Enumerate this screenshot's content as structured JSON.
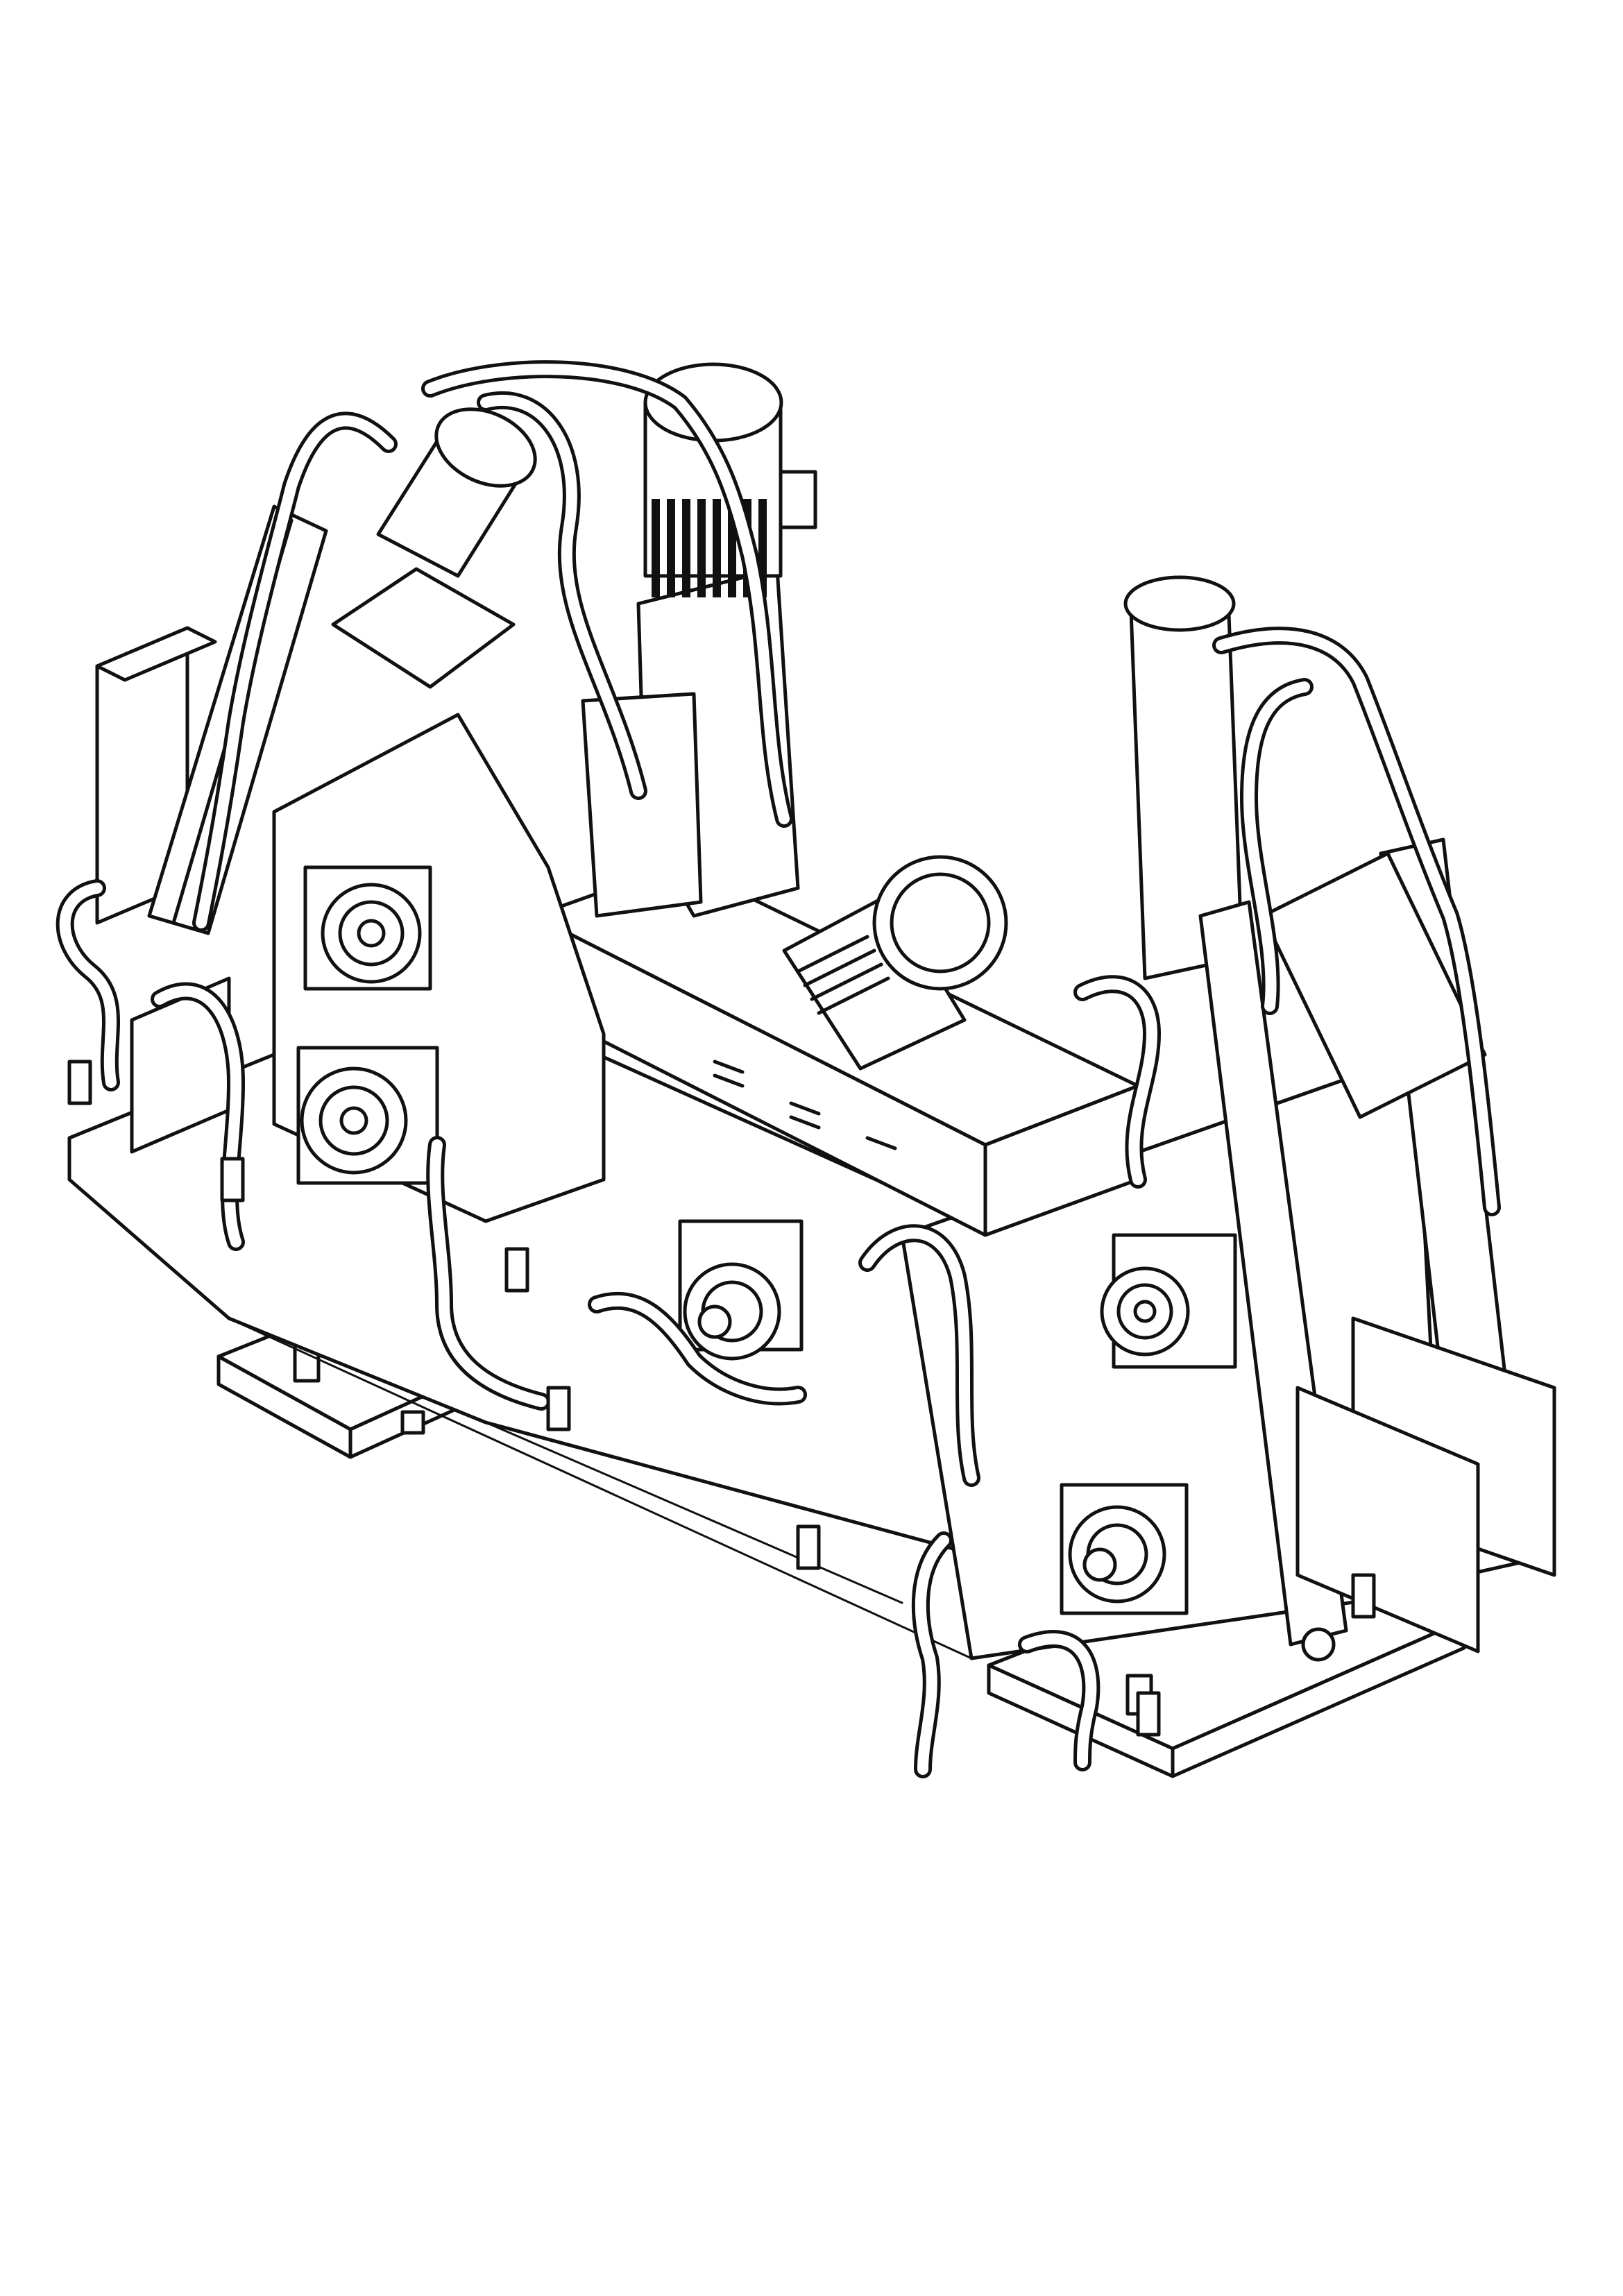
{
  "drawing": {
    "background_color": "#ffffff",
    "line_color": "#111111",
    "components": [
      "vertical-motor-top",
      "horizontal-motor-right",
      "cylinder-top-left",
      "cylinder-top-right",
      "left-arm-frame",
      "right-arm-frame",
      "central-beam",
      "left-housing",
      "gear-flange-units",
      "hydraulic-hoses",
      "base-plate-left",
      "base-plate-right"
    ]
  }
}
